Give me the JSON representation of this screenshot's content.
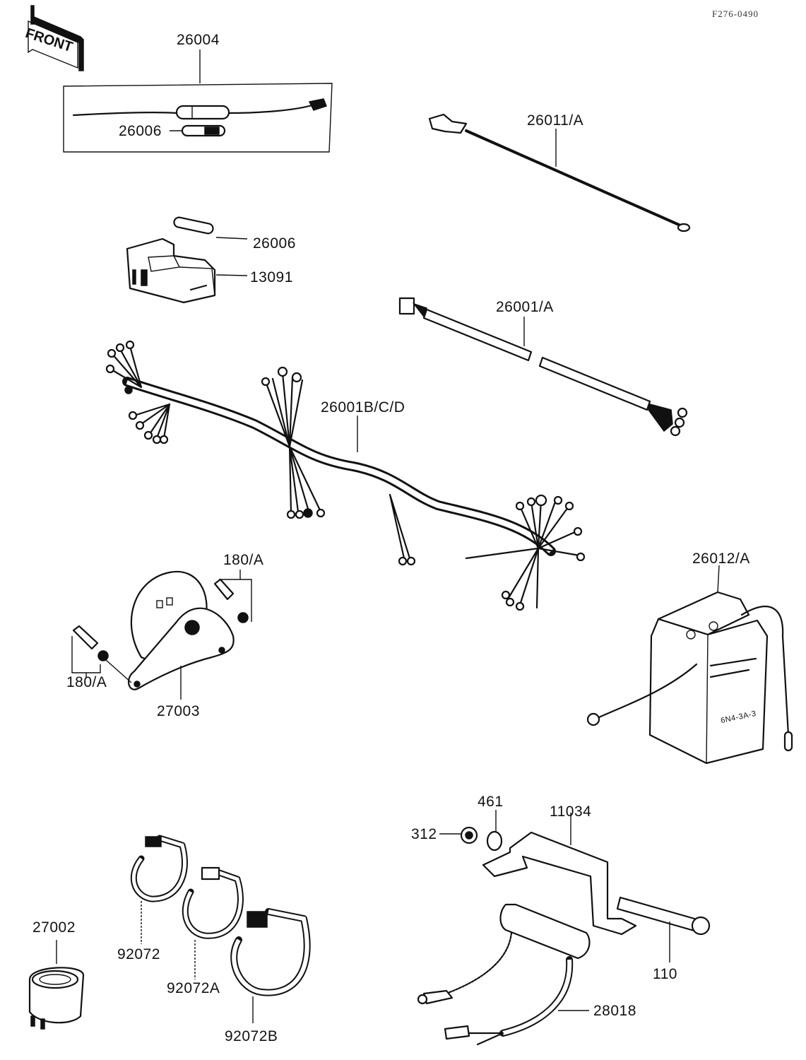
{
  "diagram": {
    "reference_code": "F276-0490",
    "orientation_label": "FRONT",
    "parts": [
      {
        "id": "p26004",
        "label": "26004",
        "name": "fuse-holder-assembly"
      },
      {
        "id": "p26006a",
        "label": "26006",
        "name": "fuse"
      },
      {
        "id": "p26011",
        "label": "26011/A",
        "name": "lead-wire"
      },
      {
        "id": "p26006b",
        "label": "26006",
        "name": "fuse"
      },
      {
        "id": "p13091",
        "label": "13091",
        "name": "fuse-box"
      },
      {
        "id": "p26001a",
        "label": "26001/A",
        "name": "sub-harness"
      },
      {
        "id": "p26001b",
        "label": "26001B/C/D",
        "name": "main-wiring-harness"
      },
      {
        "id": "p180a_top",
        "label": "180/A",
        "name": "bolt-and-nut"
      },
      {
        "id": "p180a_left",
        "label": "180/A",
        "name": "bolt-and-nut"
      },
      {
        "id": "p27003",
        "label": "27003",
        "name": "horn"
      },
      {
        "id": "p26012",
        "label": "26012/A",
        "name": "battery"
      },
      {
        "id": "p461",
        "label": "461",
        "name": "washer"
      },
      {
        "id": "p312",
        "label": "312",
        "name": "nut"
      },
      {
        "id": "p11034",
        "label": "11034",
        "name": "bracket"
      },
      {
        "id": "p110",
        "label": "110",
        "name": "bolt"
      },
      {
        "id": "p28018",
        "label": "28018",
        "name": "resistor"
      },
      {
        "id": "p27002",
        "label": "27002",
        "name": "relay"
      },
      {
        "id": "p92072",
        "label": "92072",
        "name": "band"
      },
      {
        "id": "p92072a",
        "label": "92072A",
        "name": "band"
      },
      {
        "id": "p92072b",
        "label": "92072B",
        "name": "band"
      }
    ],
    "battery_marking": "6N4-3A-3"
  }
}
